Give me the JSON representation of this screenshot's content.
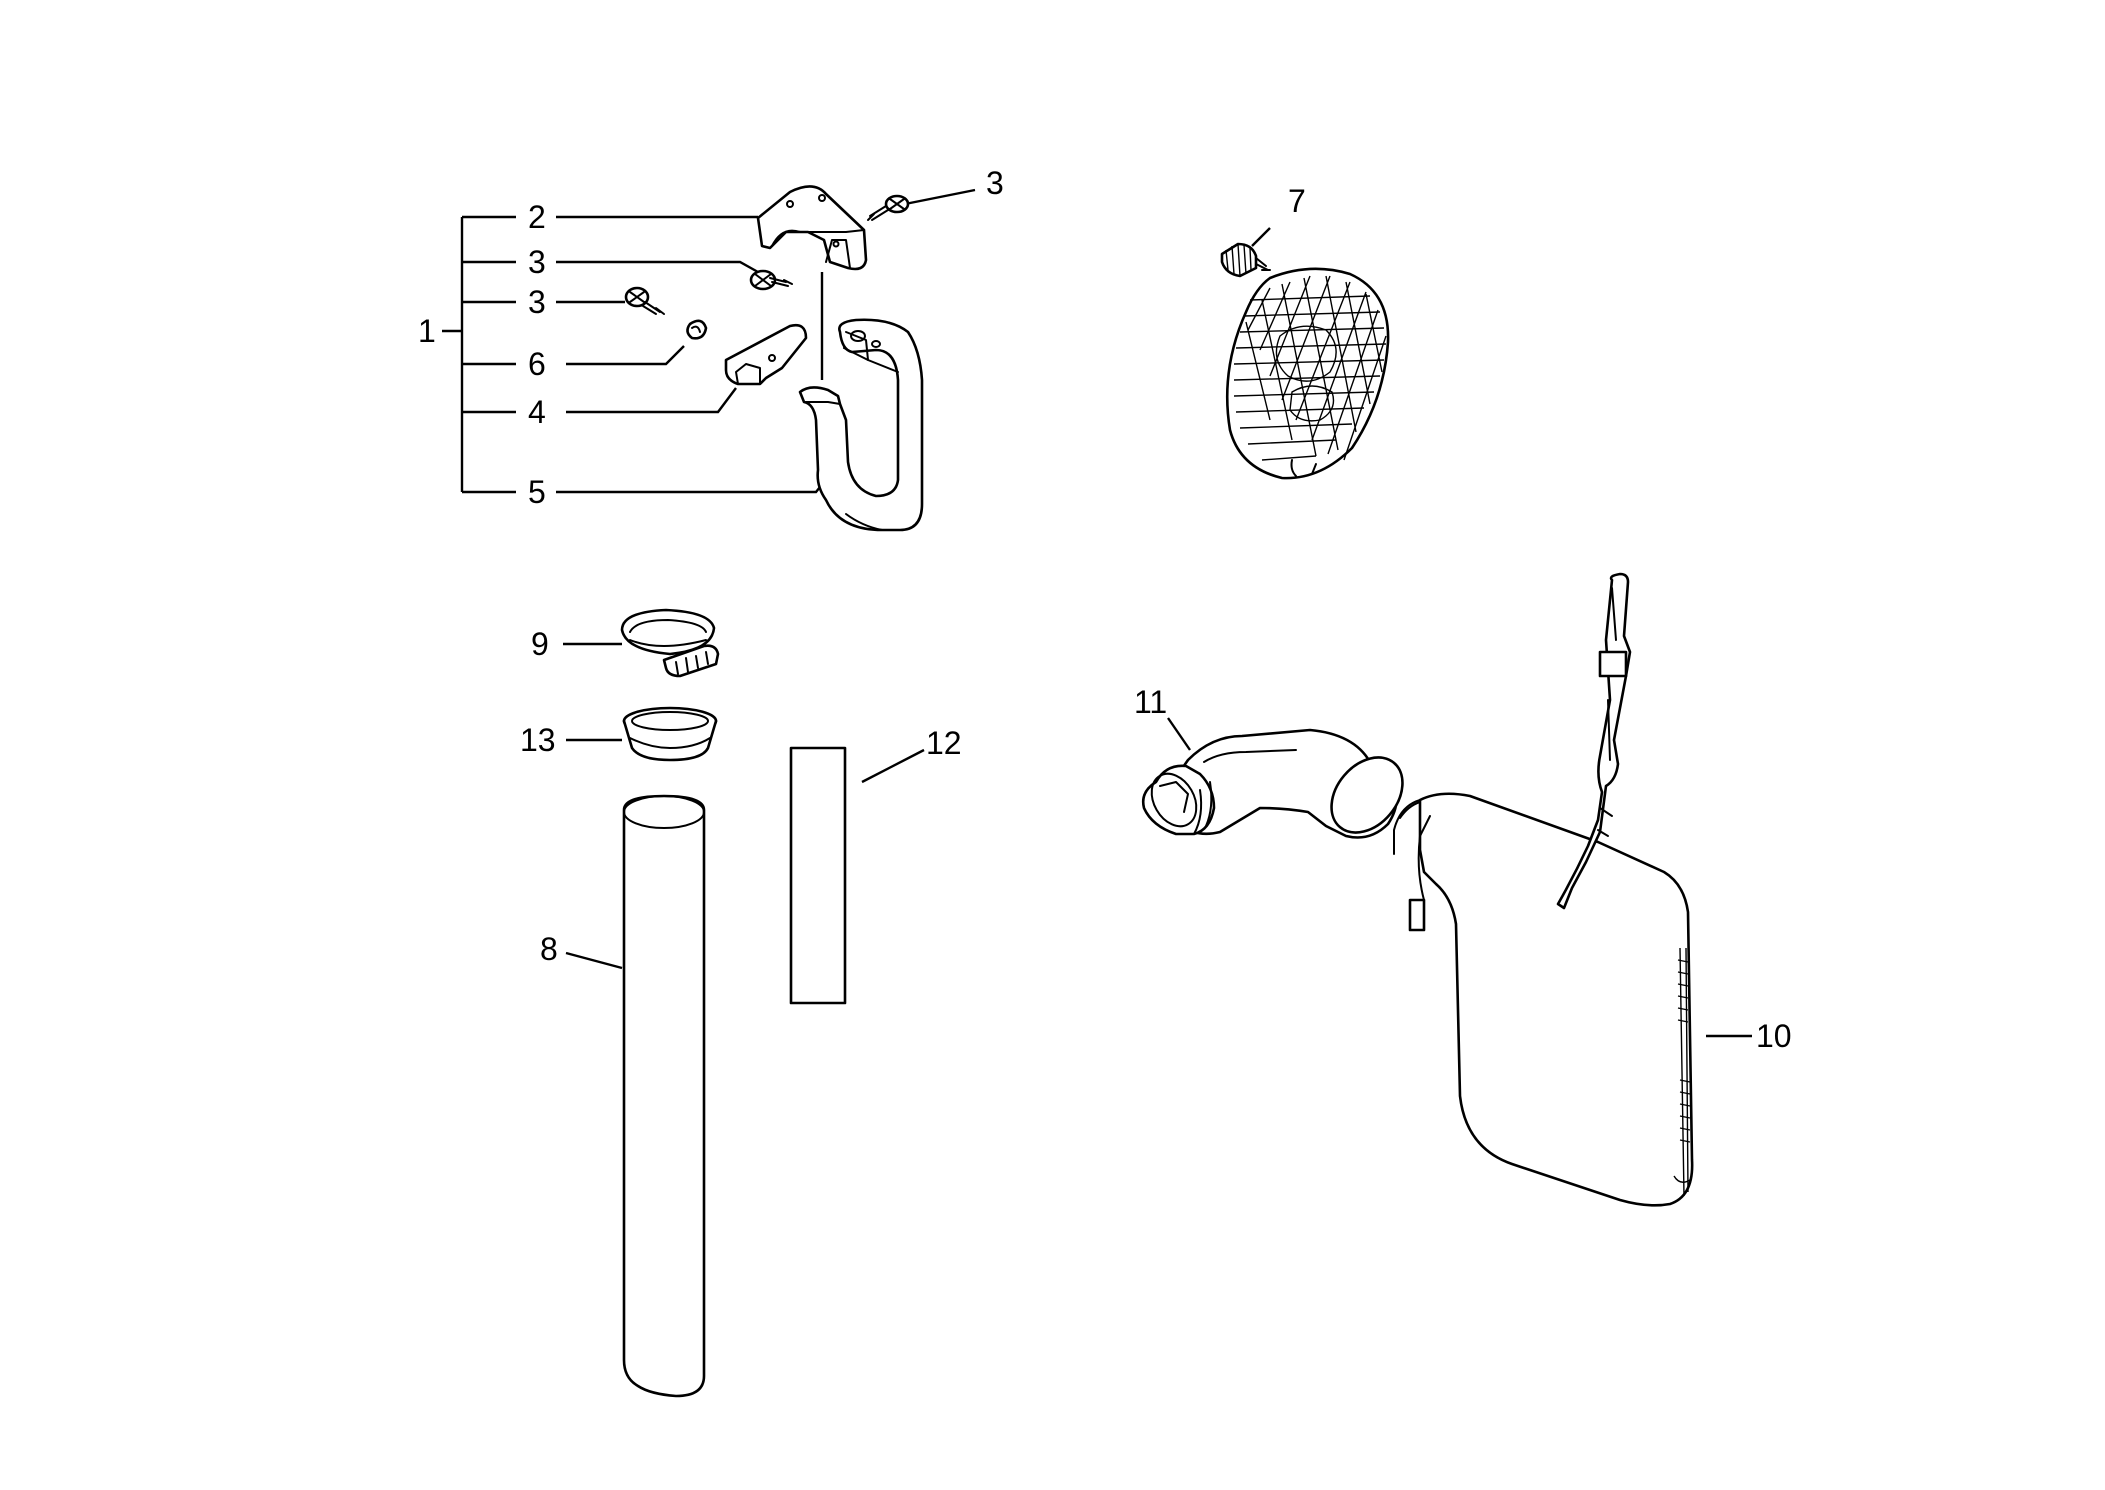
{
  "callouts": {
    "c1": "1",
    "c2": "2",
    "c3_top": "3",
    "c3_mid": "3",
    "c3_low": "3",
    "c4": "4",
    "c5": "5",
    "c6": "6",
    "c7": "7",
    "c8": "8",
    "c9": "9",
    "c10": "10",
    "c11": "11",
    "c12": "12",
    "c13": "13"
  },
  "colors": {
    "line": "#000000",
    "background": "#ffffff"
  }
}
